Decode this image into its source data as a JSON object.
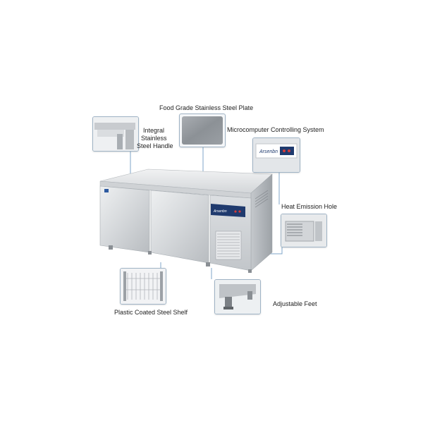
{
  "labels": {
    "plate": "Food Grade Stainless Steel Plate",
    "handle_line1": "Integral",
    "handle_line2": "Stainless",
    "handle_line3": "Steel Handle",
    "control": "Microcomputer Controlling System",
    "heat": "Heat Emission Hole",
    "feet": "Adjustable Feet",
    "shelf": "Plastic Coated Steel Shelf"
  },
  "brand": "Arsenbn",
  "colors": {
    "steel_light": "#e4e6e8",
    "steel_mid": "#c9ccd0",
    "steel_dark": "#9ea3a8",
    "leader_line": "#7fa6c8",
    "panel_navy": "#1f3a6e",
    "panel_red": "#d23a3a",
    "thumb_border": "#9fb3c5"
  },
  "icons": [
    "handle-closeup-icon",
    "steel-plate-swatch-icon",
    "control-panel-closeup-icon",
    "heat-vent-closeup-icon",
    "adjustable-foot-closeup-icon",
    "wire-shelf-closeup-icon"
  ]
}
